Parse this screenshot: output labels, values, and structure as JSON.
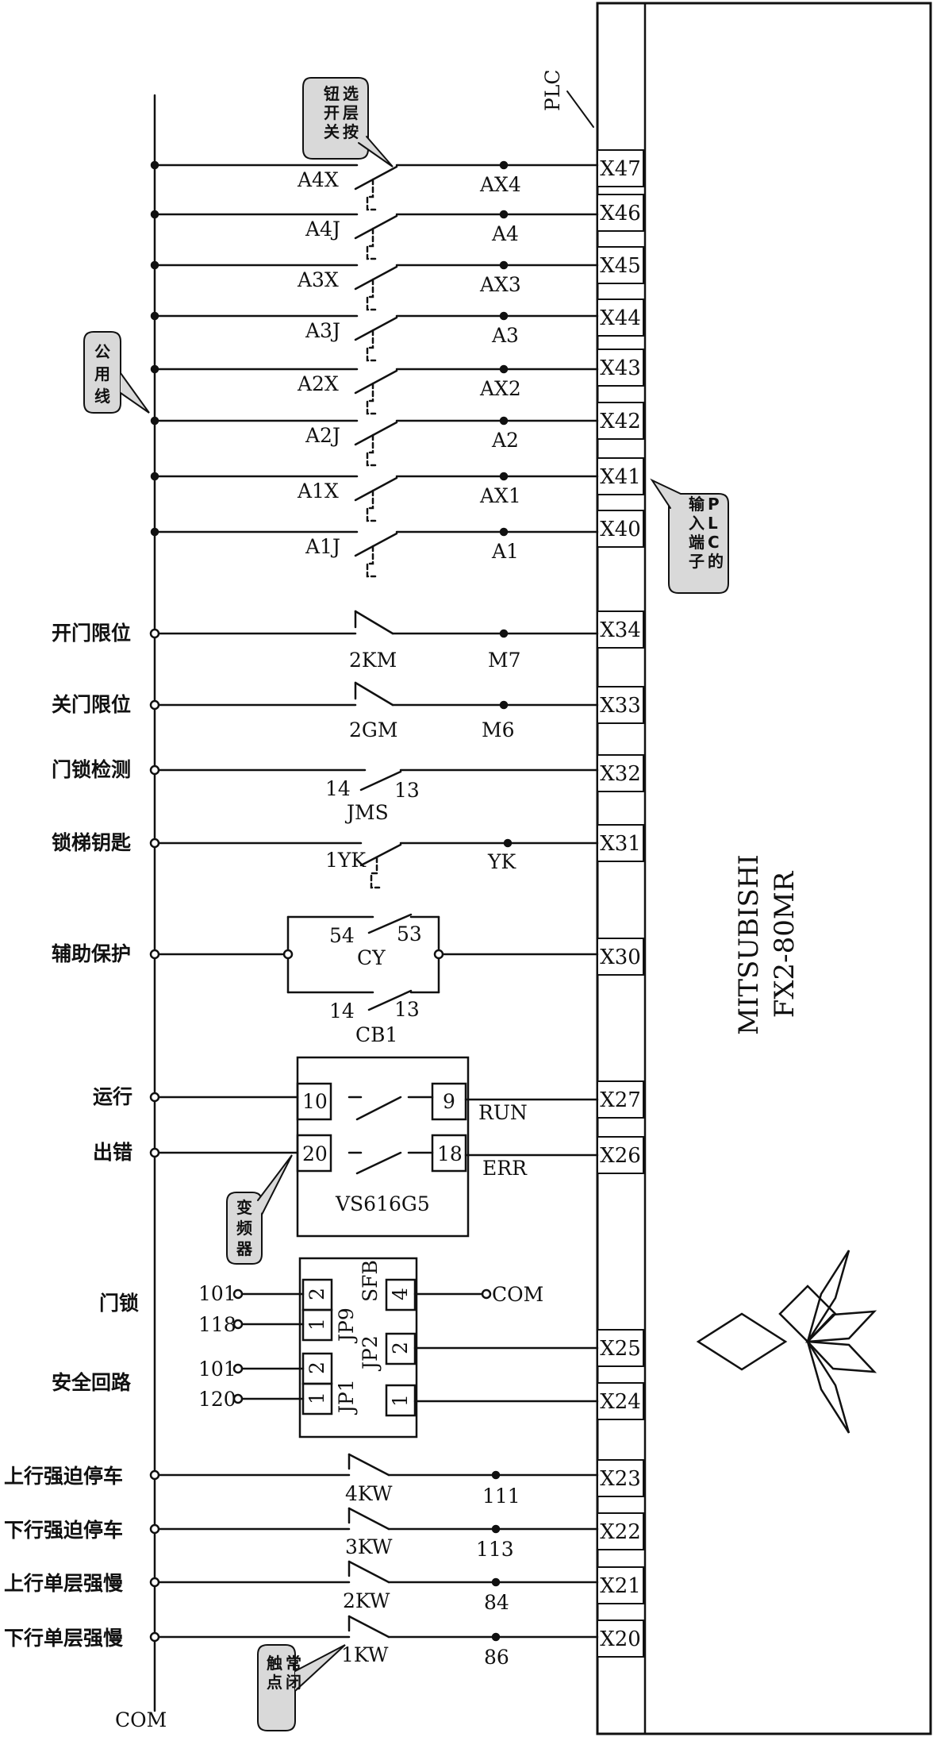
{
  "plc": {
    "label": "PLC",
    "model_line1": "MITSUBISHI",
    "model_line2": "FX2-80MR",
    "terminals": [
      "X47",
      "X46",
      "X45",
      "X44",
      "X43",
      "X42",
      "X41",
      "X40",
      "X34",
      "X33",
      "X32",
      "X31",
      "X30",
      "X27",
      "X26",
      "X25",
      "X24",
      "X23",
      "X22",
      "X21",
      "X20"
    ]
  },
  "callouts": {
    "floor_button": "选层按钮开关",
    "common_line": "公用线",
    "plc_input": "PLC的输入端子",
    "inverter": "变频器",
    "nc_contact": "常闭触点"
  },
  "buttons": [
    {
      "switch": "A4X",
      "wire": "AX4",
      "terminal": "X47"
    },
    {
      "switch": "A4J",
      "wire": "A4",
      "terminal": "X46"
    },
    {
      "switch": "A3X",
      "wire": "AX3",
      "terminal": "X45"
    },
    {
      "switch": "A3J",
      "wire": "A3",
      "terminal": "X44"
    },
    {
      "switch": "A2X",
      "wire": "AX2",
      "terminal": "X43"
    },
    {
      "switch": "A2J",
      "wire": "A2",
      "terminal": "X42"
    },
    {
      "switch": "A1X",
      "wire": "AX1",
      "terminal": "X41"
    },
    {
      "switch": "A1J",
      "wire": "A1",
      "terminal": "X40"
    }
  ],
  "signals": {
    "door_open_limit": {
      "label": "开门限位",
      "switch": "2KM",
      "wire": "M7"
    },
    "door_close_limit": {
      "label": "关门限位",
      "switch": "2GM",
      "wire": "M6"
    },
    "door_lock_detect": {
      "label": "门锁检测",
      "switch": "JMS",
      "pin_a": "14",
      "pin_b": "13"
    },
    "lock_key": {
      "label": "锁梯钥匙",
      "switch": "1YK",
      "wire": "YK"
    },
    "aux_protect": {
      "label": "辅助保护",
      "sw1": "CY",
      "sw1_a": "54",
      "sw1_b": "53",
      "sw2": "CB1",
      "sw2_a": "14",
      "sw2_b": "13"
    },
    "run": {
      "label": "运行",
      "pin_in": "10",
      "pin_out": "9",
      "wire": "RUN"
    },
    "error": {
      "label": "出错",
      "pin_in": "20",
      "pin_out": "18",
      "wire": "ERR"
    },
    "inverter_model": "VS616G5",
    "door_lock": {
      "label": "门锁",
      "w1": "101",
      "w2": "118"
    },
    "safety_loop": {
      "label": "安全回路",
      "w1": "101",
      "w2": "120"
    },
    "board": {
      "jp9": "JP9",
      "sfb": "SFB",
      "jp2": "JP2",
      "jp1": "JP1",
      "p2": "2",
      "p1": "1",
      "p4": "4",
      "com": "COM"
    },
    "up_force_stop": {
      "label": "上行强迫停车",
      "switch": "4KW",
      "wire": "111"
    },
    "down_force_stop": {
      "label": "下行强迫停车",
      "switch": "3KW",
      "wire": "113"
    },
    "up_slow": {
      "label": "上行单层强慢",
      "switch": "2KW",
      "wire": "84"
    },
    "down_slow": {
      "label": "下行单层强慢",
      "switch": "1KW",
      "wire": "86"
    }
  },
  "common": "COM"
}
